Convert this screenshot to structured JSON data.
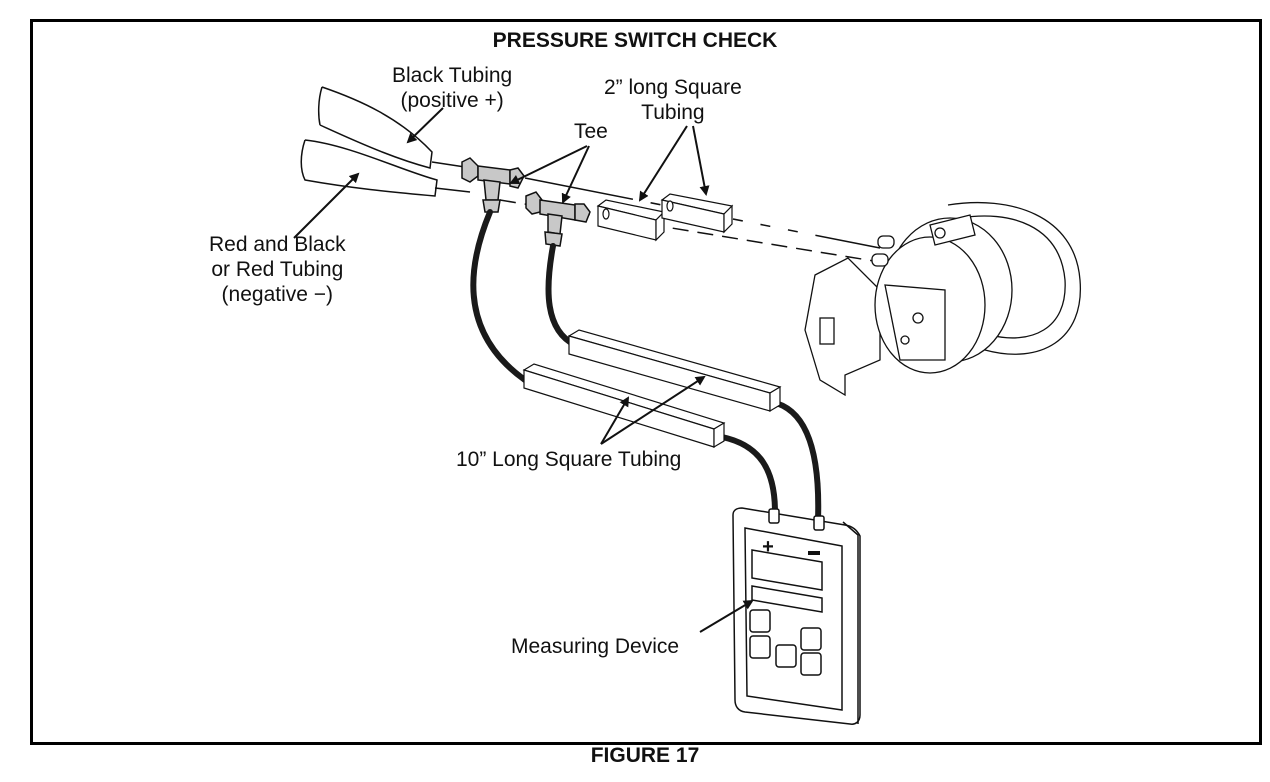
{
  "figure": {
    "title": "PRESSURE SWITCH CHECK",
    "caption": "FIGURE 17"
  },
  "labels": {
    "black_tubing": [
      "Black Tubing",
      "(positive +)"
    ],
    "red_tubing": [
      "Red and Black",
      "or Red Tubing",
      "(negative −)"
    ],
    "tee": "Tee",
    "short_square_tubing": [
      "2” long Square",
      "Tubing"
    ],
    "long_square_tubing": "10” Long Square Tubing",
    "measuring_device": "Measuring Device"
  },
  "device": {
    "plus_symbol": "+",
    "minus_symbol": "−"
  },
  "colors": {
    "tee_fill": "#c8c8c8",
    "hose": "#1a1a1a",
    "line": "#111111"
  }
}
